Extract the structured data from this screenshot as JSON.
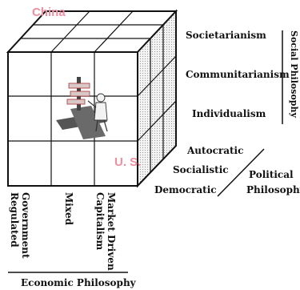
{
  "markers": {
    "china": "China",
    "us": "U. S."
  },
  "social": {
    "levels": [
      "Societarianism",
      "Communitarianism",
      "Individualism"
    ],
    "axis_label": "Social Philosophy"
  },
  "political": {
    "levels": [
      "Autocratic",
      "Socialistic",
      "Democratic"
    ],
    "axis_label_lines": [
      "Political",
      "Philosophy"
    ]
  },
  "economic": {
    "levels": [
      [
        "Government",
        "Regulated"
      ],
      [
        "Mixed"
      ],
      [
        "Market Driven",
        "Capitalism"
      ]
    ],
    "axis_label": "Economic Philosophy"
  },
  "colors": {
    "marker": "#ee8fa0",
    "outline": "#111111",
    "side_face": "#e9e9e9"
  },
  "icons": [
    "signpost-figure-icon"
  ]
}
